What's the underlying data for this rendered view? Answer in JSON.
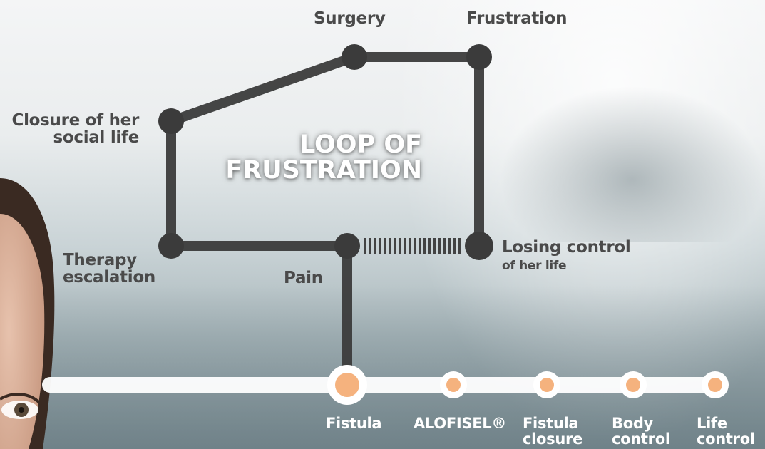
{
  "loop": {
    "title_line1": "LOOP OF",
    "title_line2": "FRUSTRATION",
    "nodes": [
      {
        "id": "surgery",
        "label": "Surgery"
      },
      {
        "id": "frustration",
        "label": "Frustration"
      },
      {
        "id": "closure-social-life",
        "label_line1": "Closure of her",
        "label_line2": "social life"
      },
      {
        "id": "therapy-escalation",
        "label_line1": "Therapy",
        "label_line2": "escalation"
      },
      {
        "id": "pain",
        "label": "Pain"
      },
      {
        "id": "losing-control",
        "label_line1": "Losing control",
        "label_line2": "of her life"
      }
    ]
  },
  "timeline": {
    "stations": [
      {
        "id": "fistula",
        "label_line1": "Fistula",
        "label_line2": ""
      },
      {
        "id": "alofisel",
        "label_line1": "ALOFISEL®",
        "label_line2": ""
      },
      {
        "id": "fistula-closure",
        "label_line1": "Fistula",
        "label_line2": "closure"
      },
      {
        "id": "body-control",
        "label_line1": "Body",
        "label_line2": "control"
      },
      {
        "id": "life-control",
        "label_line1": "Life",
        "label_line2": "control"
      }
    ]
  },
  "colors": {
    "path": "#3b3b3b",
    "timeline": "#ffffff",
    "station_fill": "#f5b27e",
    "label_dark": "#4a4a4a",
    "label_light": "#ffffff"
  }
}
